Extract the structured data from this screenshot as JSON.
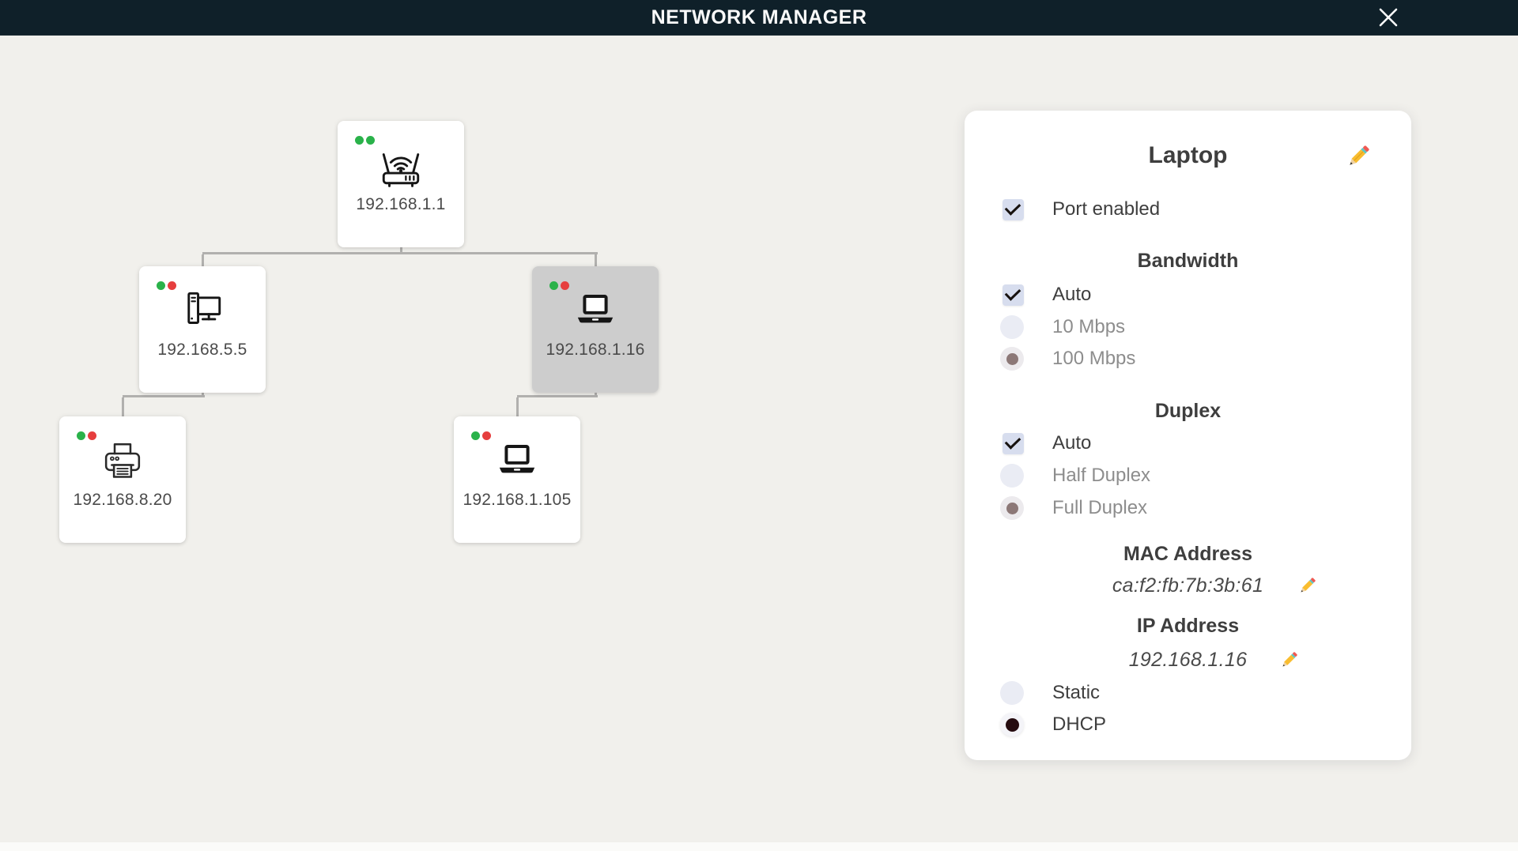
{
  "header": {
    "title": "NETWORK MANAGER",
    "close_icon": "close-x"
  },
  "topology": {
    "nodes": [
      {
        "id": "router",
        "ip": "192.168.1.1",
        "device": "router",
        "status_dots": [
          "green",
          "green"
        ],
        "selected": false
      },
      {
        "id": "desktop",
        "ip": "192.168.5.5",
        "device": "desktop",
        "status_dots": [
          "green",
          "red"
        ],
        "selected": false
      },
      {
        "id": "laptop",
        "ip": "192.168.1.16",
        "device": "laptop",
        "status_dots": [
          "green",
          "red"
        ],
        "selected": true
      },
      {
        "id": "printer",
        "ip": "192.168.8.20",
        "device": "printer",
        "status_dots": [
          "green",
          "red"
        ],
        "selected": false
      },
      {
        "id": "laptop2",
        "ip": "192.168.1.105",
        "device": "laptop",
        "status_dots": [
          "green",
          "red"
        ],
        "selected": false
      }
    ],
    "edges": [
      {
        "from": "router",
        "to": "desktop"
      },
      {
        "from": "router",
        "to": "laptop"
      },
      {
        "from": "desktop",
        "to": "printer"
      },
      {
        "from": "laptop",
        "to": "laptop2"
      }
    ]
  },
  "panel": {
    "title": "Laptop",
    "edit_icon": "pencil",
    "port_enabled": {
      "label": "Port enabled",
      "checked": true
    },
    "bandwidth": {
      "heading": "Bandwidth",
      "options": [
        {
          "label": "Auto",
          "control": "checkbox",
          "state": "checked"
        },
        {
          "label": "10 Mbps",
          "control": "radio",
          "state": "unselected"
        },
        {
          "label": "100 Mbps",
          "control": "radio",
          "state": "selected-muted"
        }
      ]
    },
    "duplex": {
      "heading": "Duplex",
      "options": [
        {
          "label": "Auto",
          "control": "checkbox",
          "state": "checked"
        },
        {
          "label": "Half Duplex",
          "control": "radio",
          "state": "unselected"
        },
        {
          "label": "Full Duplex",
          "control": "radio",
          "state": "selected-muted"
        }
      ]
    },
    "mac": {
      "heading": "MAC Address",
      "value": "ca:f2:fb:7b:3b:61"
    },
    "ip": {
      "heading": "IP Address",
      "value": "192.168.1.16"
    },
    "ip_mode": {
      "options": [
        {
          "label": "Static",
          "control": "radio",
          "state": "unselected"
        },
        {
          "label": "DHCP",
          "control": "radio",
          "state": "selected"
        }
      ]
    }
  },
  "colors": {
    "header_bg": "#0f2029",
    "canvas_bg": "#f1f0ec",
    "card_bg": "#ffffff",
    "selected_card_bg": "#cdcdcd",
    "edge_line": "#b1b0ae",
    "status_green": "#2ab24a",
    "status_red": "#e63e3e",
    "checkbox_bg": "#d7ddee",
    "radio_muted_dot": "#8c7877",
    "radio_dark_dot": "#260c10",
    "text_dark": "#3e3e3e",
    "text_dim": "#8d8d8d"
  }
}
